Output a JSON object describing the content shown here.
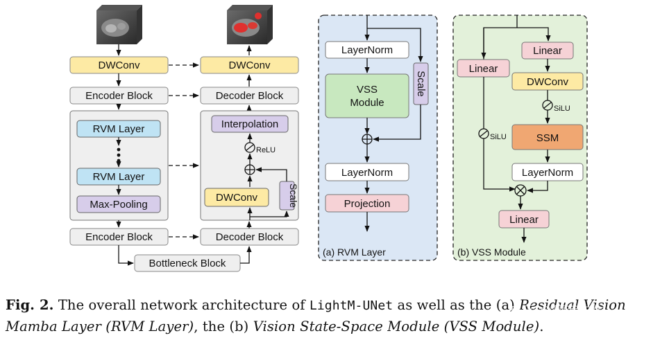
{
  "colors": {
    "dwconv": "#fdeaa4",
    "rvm": "#bfe3f4",
    "maxpool": "#d7cdea",
    "interp": "#d7cdea",
    "gray_box": "#efefef",
    "vss": "#c8e8bf",
    "projection": "#f6d2d6",
    "linear": "#f6d2d6",
    "ssm": "#f0a772",
    "panel_a_bg": "#dbe7f5",
    "panel_b_bg": "#e3f1da"
  },
  "left": {
    "dwconv_enc": "DWConv",
    "dwconv_dec": "DWConv",
    "encoder_block_1": "Encoder Block",
    "decoder_block_1": "Decoder Block",
    "rvm_layer_1": "RVM Layer",
    "rvm_layer_2": "RVM Layer",
    "max_pooling": "Max-Pooling",
    "interpolation": "Interpolation",
    "relu": "ReLU",
    "dwconv_inner": "DWConv",
    "scale": "Scale",
    "encoder_block_2": "Encoder Block",
    "decoder_block_2": "Decoder Block",
    "bottleneck": "Bottleneck Block"
  },
  "panel_a": {
    "layernorm_1": "LayerNorm",
    "vss_line1": "VSS",
    "vss_line2": "Module",
    "scale": "Scale",
    "layernorm_2": "LayerNorm",
    "projection": "Projection",
    "label": "(a) RVM Layer"
  },
  "panel_b": {
    "linear_top": "Linear",
    "linear_left": "Linear",
    "dwconv": "DWConv",
    "silu_1": "SiLU",
    "silu_2": "SiLU",
    "ssm": "SSM",
    "layernorm": "LayerNorm",
    "linear_bottom": "Linear",
    "label": "(b) VSS Module"
  },
  "caption": {
    "fig": "Fig. 2.",
    "t1": " The overall network architecture of ",
    "model": "LightM-UNet",
    "t2": " as well as the (a) ",
    "it1": "Residual Vision Mamba Layer (RVM Layer)",
    "t3": ", the (b) ",
    "it2": "Vision State-Space Module (VSS Module)",
    "t4": "."
  },
  "watermark": "知乎 @魔芋先生"
}
